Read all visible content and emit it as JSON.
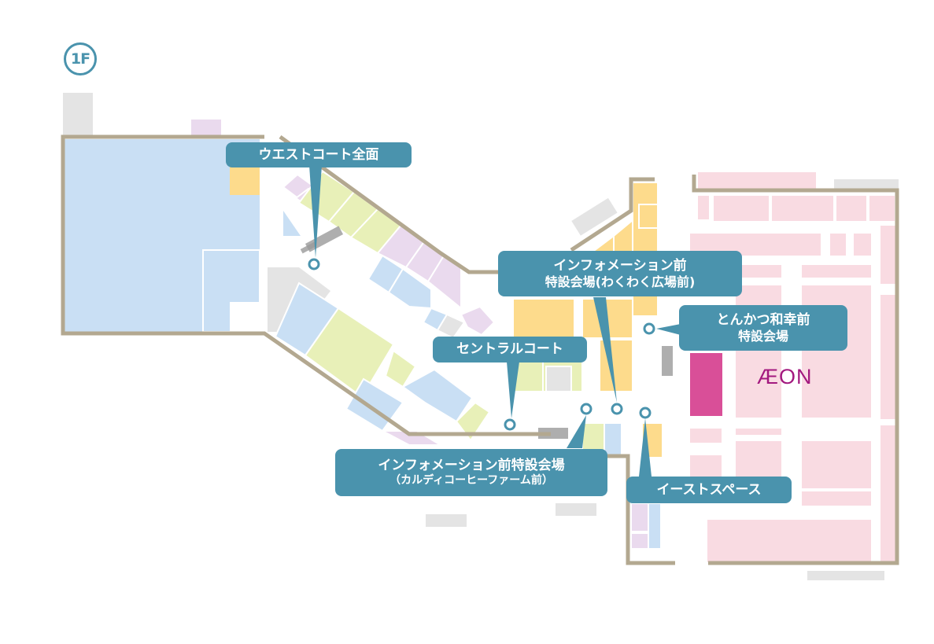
{
  "floor": {
    "label": "1F"
  },
  "brand": {
    "logo_text": "ÆON",
    "color": "#a3197f"
  },
  "colors": {
    "callout_bg": "#4a93ad",
    "callout_text": "#ffffff",
    "wall": "#b3a890",
    "blue_shop": "#c9dff4",
    "green_shop": "#e8f0b8",
    "purple_shop": "#eadaee",
    "orange_shop": "#fddb8c",
    "pink_shop": "#f9dbe2",
    "magenta_shop": "#d94f98",
    "gray_area": "#e4e4e4"
  },
  "event_spaces": [
    {
      "id": "west-court",
      "line1": "ウエストコート全面",
      "line2": ""
    },
    {
      "id": "info-front-wakuwaku",
      "line1": "インフォメーション前",
      "line2": "特設会場(わくわく広場前)"
    },
    {
      "id": "tonkatsu-wako",
      "line1": "とんかつ和幸前",
      "line2": "特設会場"
    },
    {
      "id": "central-court",
      "line1": "セントラルコート",
      "line2": ""
    },
    {
      "id": "info-front-kaldi",
      "line1": "インフォメーション前特設会場",
      "line2": "（カルディコーヒーファーム前）"
    },
    {
      "id": "east-space",
      "line1": "イーストスペース",
      "line2": ""
    }
  ]
}
